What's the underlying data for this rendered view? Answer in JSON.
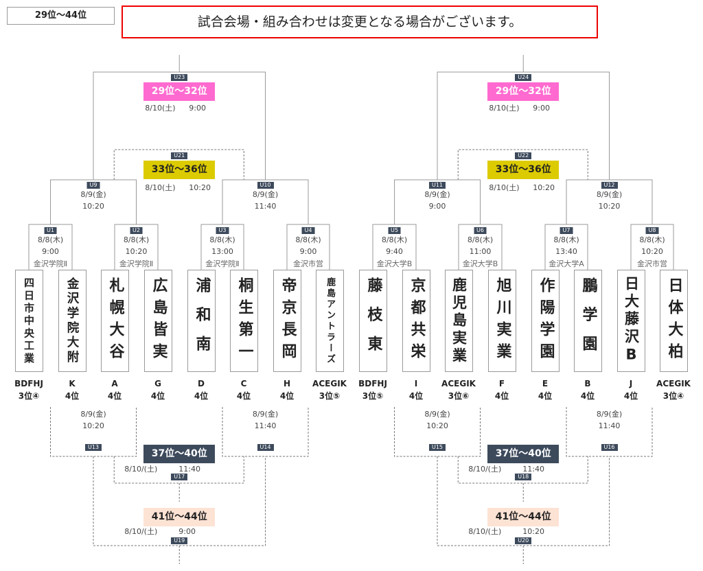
{
  "header": {
    "range_label": "29位～44位",
    "notice": "試合会場・組み合わせは変更となる場合がございます。"
  },
  "colors": {
    "pink": "#ff6ad0",
    "yellow": "#dccb00",
    "dark": "#3d4a5c",
    "peach": "#fde3d4",
    "red": "#e00000"
  },
  "halves": [
    {
      "final": {
        "id": "U23",
        "title": "29位～32位",
        "date": "8/10(土)",
        "time": "9:00"
      },
      "semi": {
        "id": "U21",
        "title": "33位～36位",
        "date": "8/10(土)",
        "time": "10:20"
      },
      "quarters": [
        {
          "id": "U9",
          "date": "8/9(金)",
          "time": "10:20"
        },
        {
          "id": "U10",
          "date": "8/9(金)",
          "time": "11:40"
        }
      ],
      "matches": [
        {
          "id": "U1",
          "date": "8/8(木)",
          "time": "9:00",
          "venue": "金沢学院Ⅱ",
          "teams": [
            {
              "name": "四日市中央工業",
              "code": "BDFHJ",
              "rank": "3位④"
            },
            {
              "name": "金沢学院大附",
              "code": "K",
              "rank": "4位"
            }
          ]
        },
        {
          "id": "U2",
          "date": "8/8(木)",
          "time": "10:20",
          "venue": "金沢学院Ⅱ",
          "teams": [
            {
              "name": "札幌大谷",
              "code": "A",
              "rank": "4位"
            },
            {
              "name": "広島皆実",
              "code": "G",
              "rank": "4位"
            }
          ]
        },
        {
          "id": "U3",
          "date": "8/8(木)",
          "time": "13:00",
          "venue": "金沢学院Ⅱ",
          "teams": [
            {
              "name": "浦和南",
              "code": "D",
              "rank": "4位"
            },
            {
              "name": "桐生第一",
              "code": "C",
              "rank": "4位"
            }
          ]
        },
        {
          "id": "U4",
          "date": "8/8(木)",
          "time": "9:00",
          "venue": "金沢市営",
          "teams": [
            {
              "name": "帝京長岡",
              "code": "H",
              "rank": "4位"
            },
            {
              "name": "鹿島アントラーズ",
              "code": "ACEGIK",
              "rank": "3位⑤"
            }
          ]
        }
      ],
      "losers": [
        {
          "id": "U13",
          "date": "8/9(金)",
          "time": "10:20"
        },
        {
          "id": "U14",
          "date": "8/9(金)",
          "time": "11:40"
        }
      ],
      "mid": {
        "id": "U17",
        "title": "37位～40位",
        "date": "8/10/(土)",
        "time": "11:40"
      },
      "low": {
        "id": "U19",
        "title": "41位～44位",
        "date": "8/10/(土)",
        "time": "9:00"
      }
    },
    {
      "final": {
        "id": "U24",
        "title": "29位～32位",
        "date": "8/10(土)",
        "time": "9:00"
      },
      "semi": {
        "id": "U22",
        "title": "33位～36位",
        "date": "8/10(土)",
        "time": "10:20"
      },
      "quarters": [
        {
          "id": "U11",
          "date": "8/9(金)",
          "time": "9:00"
        },
        {
          "id": "U12",
          "date": "8/9(金)",
          "time": "10:20"
        }
      ],
      "matches": [
        {
          "id": "U5",
          "date": "8/8(木)",
          "time": "9:40",
          "venue": "金沢大学B",
          "teams": [
            {
              "name": "藤枝東",
              "code": "BDFHJ",
              "rank": "3位⑤"
            },
            {
              "name": "京都共栄",
              "code": "I",
              "rank": "4位"
            }
          ]
        },
        {
          "id": "U6",
          "date": "8/8(木)",
          "time": "11:00",
          "venue": "金沢大学B",
          "teams": [
            {
              "name": "鹿児島実業",
              "code": "ACEGIK",
              "rank": "3位⑥"
            },
            {
              "name": "旭川実業",
              "code": "F",
              "rank": "4位"
            }
          ]
        },
        {
          "id": "U7",
          "date": "8/8(木)",
          "time": "13:40",
          "venue": "金沢大学A",
          "teams": [
            {
              "name": "作陽学園",
              "code": "E",
              "rank": "4位"
            },
            {
              "name": "鵬学園",
              "code": "B",
              "rank": "4位"
            }
          ]
        },
        {
          "id": "U8",
          "date": "8/8(木)",
          "time": "10:20",
          "venue": "金沢市営",
          "teams": [
            {
              "name": "日大藤沢B",
              "code": "J",
              "rank": "4位"
            },
            {
              "name": "日体大柏",
              "code": "ACEGIK",
              "rank": "3位④"
            }
          ]
        }
      ],
      "losers": [
        {
          "id": "U15",
          "date": "8/9(金)",
          "time": "10:20"
        },
        {
          "id": "U16",
          "date": "8/9(金)",
          "time": "11:40"
        }
      ],
      "mid": {
        "id": "U18",
        "title": "37位～40位",
        "date": "8/10/(土)",
        "time": "11:40"
      },
      "low": {
        "id": "U20",
        "title": "41位～44位",
        "date": "8/10/(土)",
        "time": "10:20"
      }
    }
  ]
}
